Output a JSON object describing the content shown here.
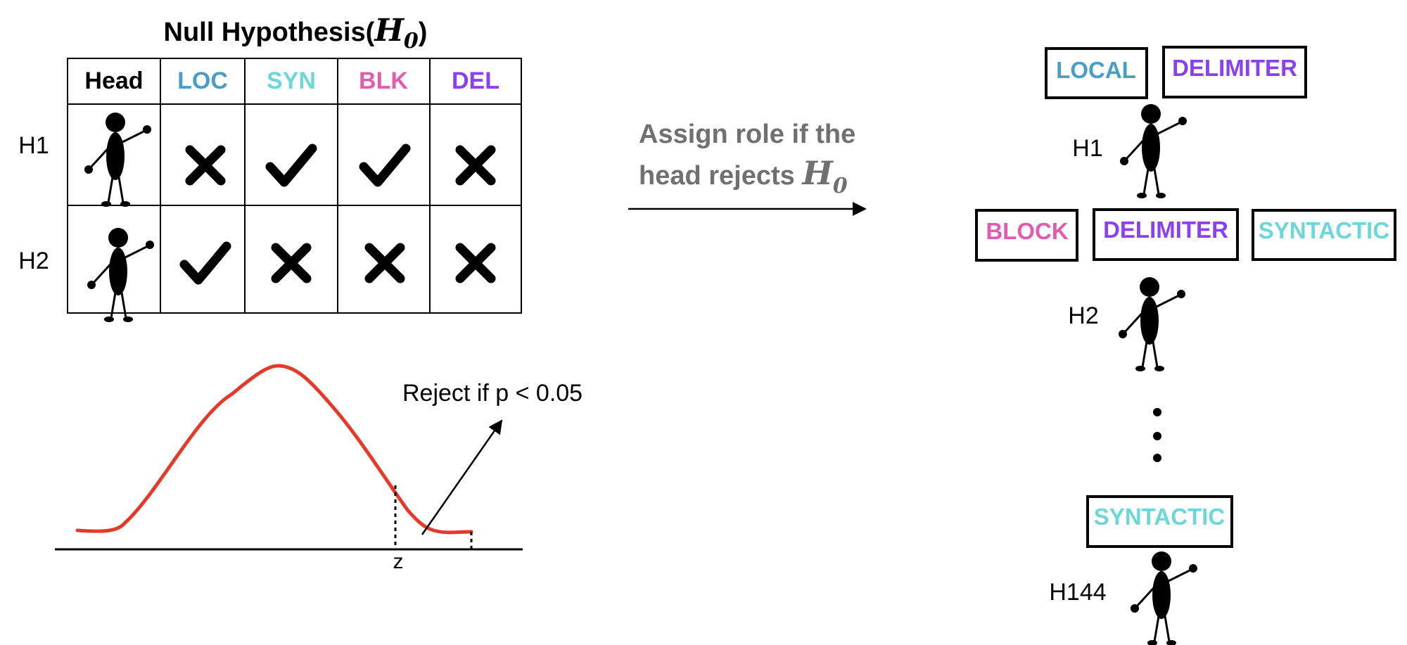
{
  "table": {
    "title_prefix": "Null Hypothesis(",
    "title_math": "H",
    "title_sub": "0",
    "title_suffix": ")",
    "header_head": "Head",
    "columns": [
      {
        "label": "LOC",
        "color": "#4a9ec6"
      },
      {
        "label": "SYN",
        "color": "#6dd6d6"
      },
      {
        "label": "BLK",
        "color": "#e05cb0"
      },
      {
        "label": "DEL",
        "color": "#8a40f0"
      }
    ],
    "rows": [
      {
        "label": "H1",
        "marks": [
          "cross",
          "check",
          "check",
          "cross"
        ]
      },
      {
        "label": "H2",
        "marks": [
          "check",
          "cross",
          "cross",
          "cross"
        ]
      }
    ]
  },
  "distribution": {
    "reject_text": "Reject if p < 0.05",
    "z_label": "z",
    "curve_color": "#e53a2a"
  },
  "arrow": {
    "line1": "Assign role if the",
    "line2_prefix": "head rejects ",
    "line2_math": "H",
    "line2_sub": "0",
    "text_color": "#707070"
  },
  "assignments": [
    {
      "head": "H1",
      "roles": [
        {
          "label": "LOCAL",
          "color": "#4a9ec6"
        },
        {
          "label": "DELIMITER",
          "color": "#8a40f0"
        }
      ]
    },
    {
      "head": "H2",
      "roles": [
        {
          "label": "BLOCK",
          "color": "#e05cb0"
        },
        {
          "label": "DELIMITER",
          "color": "#8a40f0"
        },
        {
          "label": "SYNTACTIC",
          "color": "#6dd6d6"
        }
      ]
    },
    {
      "head": "H144",
      "roles": [
        {
          "label": "SYNTACTIC",
          "color": "#6dd6d6"
        }
      ]
    }
  ]
}
